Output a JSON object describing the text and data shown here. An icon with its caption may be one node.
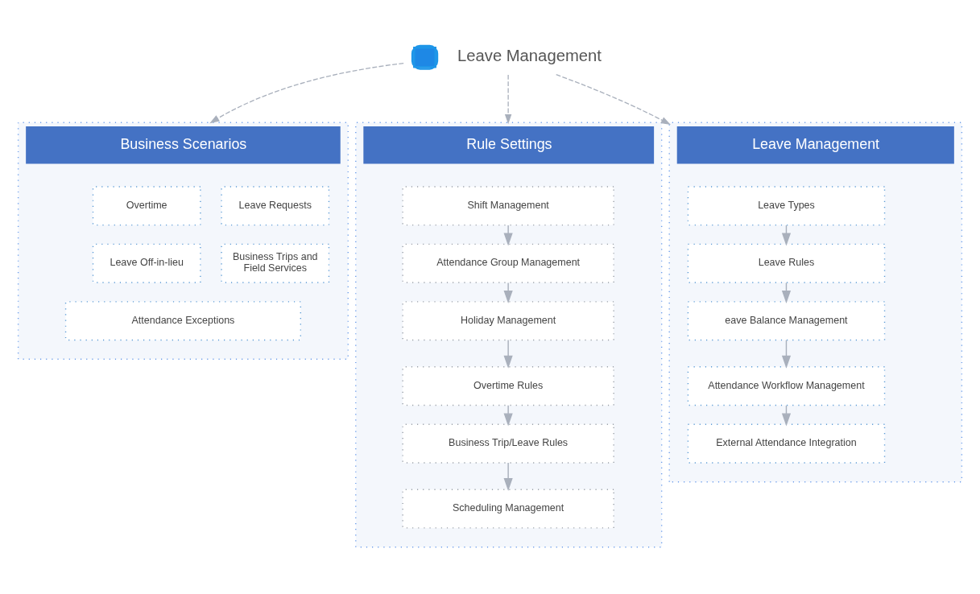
{
  "diagram": {
    "nodes": [
      {
        "text": [
          "Leave Management"
        ]
      },
      {
        "text": [
          "Business Scenarios"
        ]
      },
      {
        "text": [
          "Overtime"
        ],
        "in": 1
      },
      {
        "text": [
          "Leave Requests"
        ],
        "in": 1
      },
      {
        "text": [
          "Leave Off-in-lieu"
        ],
        "in": 1
      },
      {
        "text": [
          "Business Trips and Field Services"
        ],
        "in": 1
      },
      {
        "text": [
          "Attendance Exceptions"
        ],
        "in": 1
      },
      {
        "text": [
          "Rule Settings"
        ]
      },
      {
        "text": [
          "Shift Management"
        ],
        "in": 7
      },
      {
        "text": [
          "Attendance Group Management"
        ],
        "in": 7
      },
      {
        "text": [
          "Holiday Management"
        ],
        "in": 7
      },
      {
        "text": [
          "Overtime Rules"
        ],
        "in": 7
      },
      {
        "text": [
          "Business Trip/Leave Rules"
        ],
        "in": 7
      },
      {
        "text": [
          "Scheduling Management"
        ],
        "in": 7
      },
      {
        "text": [
          "Leave Management"
        ]
      },
      {
        "text": [
          "Leave Types"
        ],
        "in": 14
      },
      {
        "text": [
          "Leave Rules"
        ],
        "in": 14
      },
      {
        "text": [
          "eave Balance Management"
        ],
        "in": 14
      },
      {
        "text": [
          "Attendance Workflow Management"
        ],
        "in": 14
      },
      {
        "text": [
          "External Attendance Integration"
        ],
        "in": 14
      }
    ],
    "edges": [
      {
        "from": 0,
        "to": 1,
        "arrow": "to",
        "style": "dashed"
      },
      {
        "from": 0,
        "to": 7,
        "arrow": "to",
        "style": "dashed"
      },
      {
        "from": 0,
        "to": 14,
        "arrow": "to",
        "style": "dashed"
      },
      {
        "from": 8,
        "to": 9,
        "arrow": "to"
      },
      {
        "from": 9,
        "to": 10,
        "arrow": "to"
      },
      {
        "from": 10,
        "to": 11,
        "arrow": "to"
      },
      {
        "from": 11,
        "to": 12,
        "arrow": "to"
      },
      {
        "from": 12,
        "to": 13,
        "arrow": "to"
      },
      {
        "from": 15,
        "to": 16,
        "arrow": "to"
      },
      {
        "from": 16,
        "to": 17,
        "arrow": "to"
      },
      {
        "from": 17,
        "to": 18,
        "arrow": "to"
      },
      {
        "from": 18,
        "to": 19,
        "arrow": "to"
      }
    ]
  }
}
